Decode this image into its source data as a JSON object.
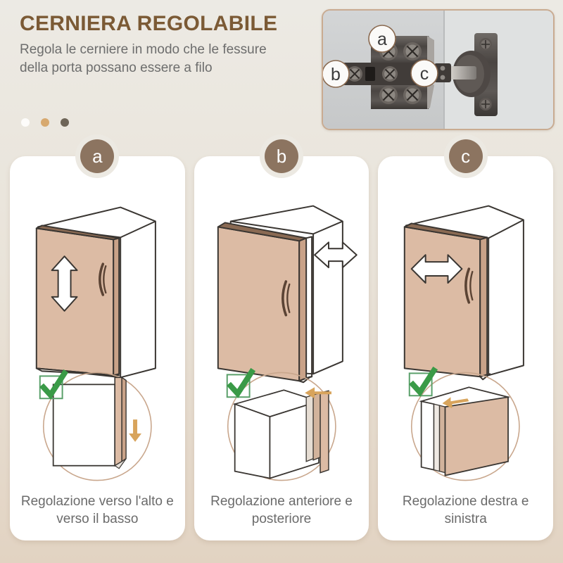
{
  "header": {
    "title": "CERNIERA REGOLABILE",
    "subtitle": "Regola le cerniere in modo che le fessure della porta possano essere a filo",
    "dots": [
      {
        "name": "dot-1",
        "color": "#fdfcfa"
      },
      {
        "name": "dot-2",
        "color": "#d7a96f"
      },
      {
        "name": "dot-3",
        "color": "#6e6558"
      }
    ]
  },
  "photo": {
    "name": "hinge-photo",
    "markers": [
      "a",
      "b",
      "c"
    ],
    "border_color": "#c9ab91"
  },
  "colors": {
    "title": "#7b5a35",
    "body_text": "#6d6d6d",
    "badge": "#8c7460",
    "door": "#dcbba4",
    "door_edge": "#c9a288",
    "outline": "#3a3632",
    "check_green": "#3a9a47",
    "arrow_tan": "#d8a45c",
    "circle_ring": "#c9a78d",
    "card": "#ffffff",
    "background_top": "#eceae4",
    "background_bottom": "#e2d3c2"
  },
  "panels": [
    {
      "badge": "a",
      "caption": "Regolazione verso l'alto e verso il basso",
      "arrow": "vertical",
      "cabinet_name": "cabinet-vertical-adjust",
      "detail_name": "detail-vertical-gap"
    },
    {
      "badge": "b",
      "caption": "Regolazione anteriore e posteriore",
      "arrow": "horizontal-right",
      "cabinet_name": "cabinet-depth-adjust",
      "detail_name": "detail-depth-gap"
    },
    {
      "badge": "c",
      "caption": "Regolazione destra e sinistra",
      "arrow": "horizontal",
      "cabinet_name": "cabinet-lateral-adjust",
      "detail_name": "detail-lateral-gap"
    }
  ]
}
